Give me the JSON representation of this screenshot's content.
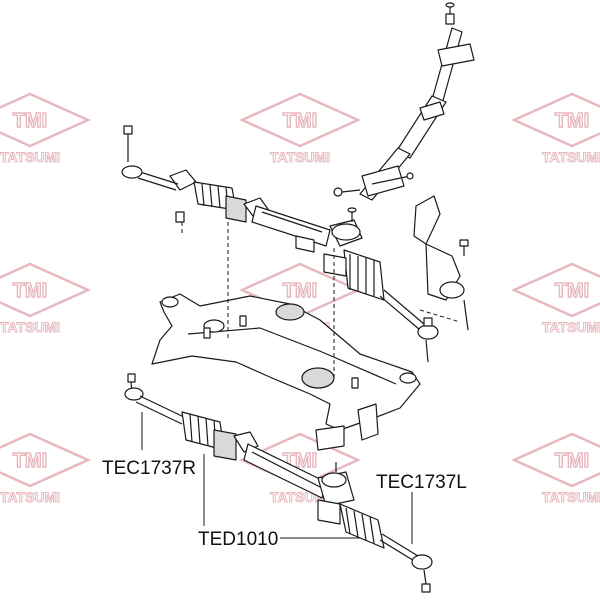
{
  "watermark": {
    "brand_mark": "TMI",
    "brand_name": "TATSUMI",
    "color": "#e8b8bf"
  },
  "colors": {
    "line": "#1a1a1a",
    "fill": "#ffffff",
    "shade": "#d9d9d9"
  },
  "callouts": [
    {
      "id": "tie-rod-end-right",
      "label": "TEC1737R"
    },
    {
      "id": "steering-rack",
      "label": "TED1010"
    },
    {
      "id": "tie-rod-end-left",
      "label": "TEC1737L"
    }
  ]
}
